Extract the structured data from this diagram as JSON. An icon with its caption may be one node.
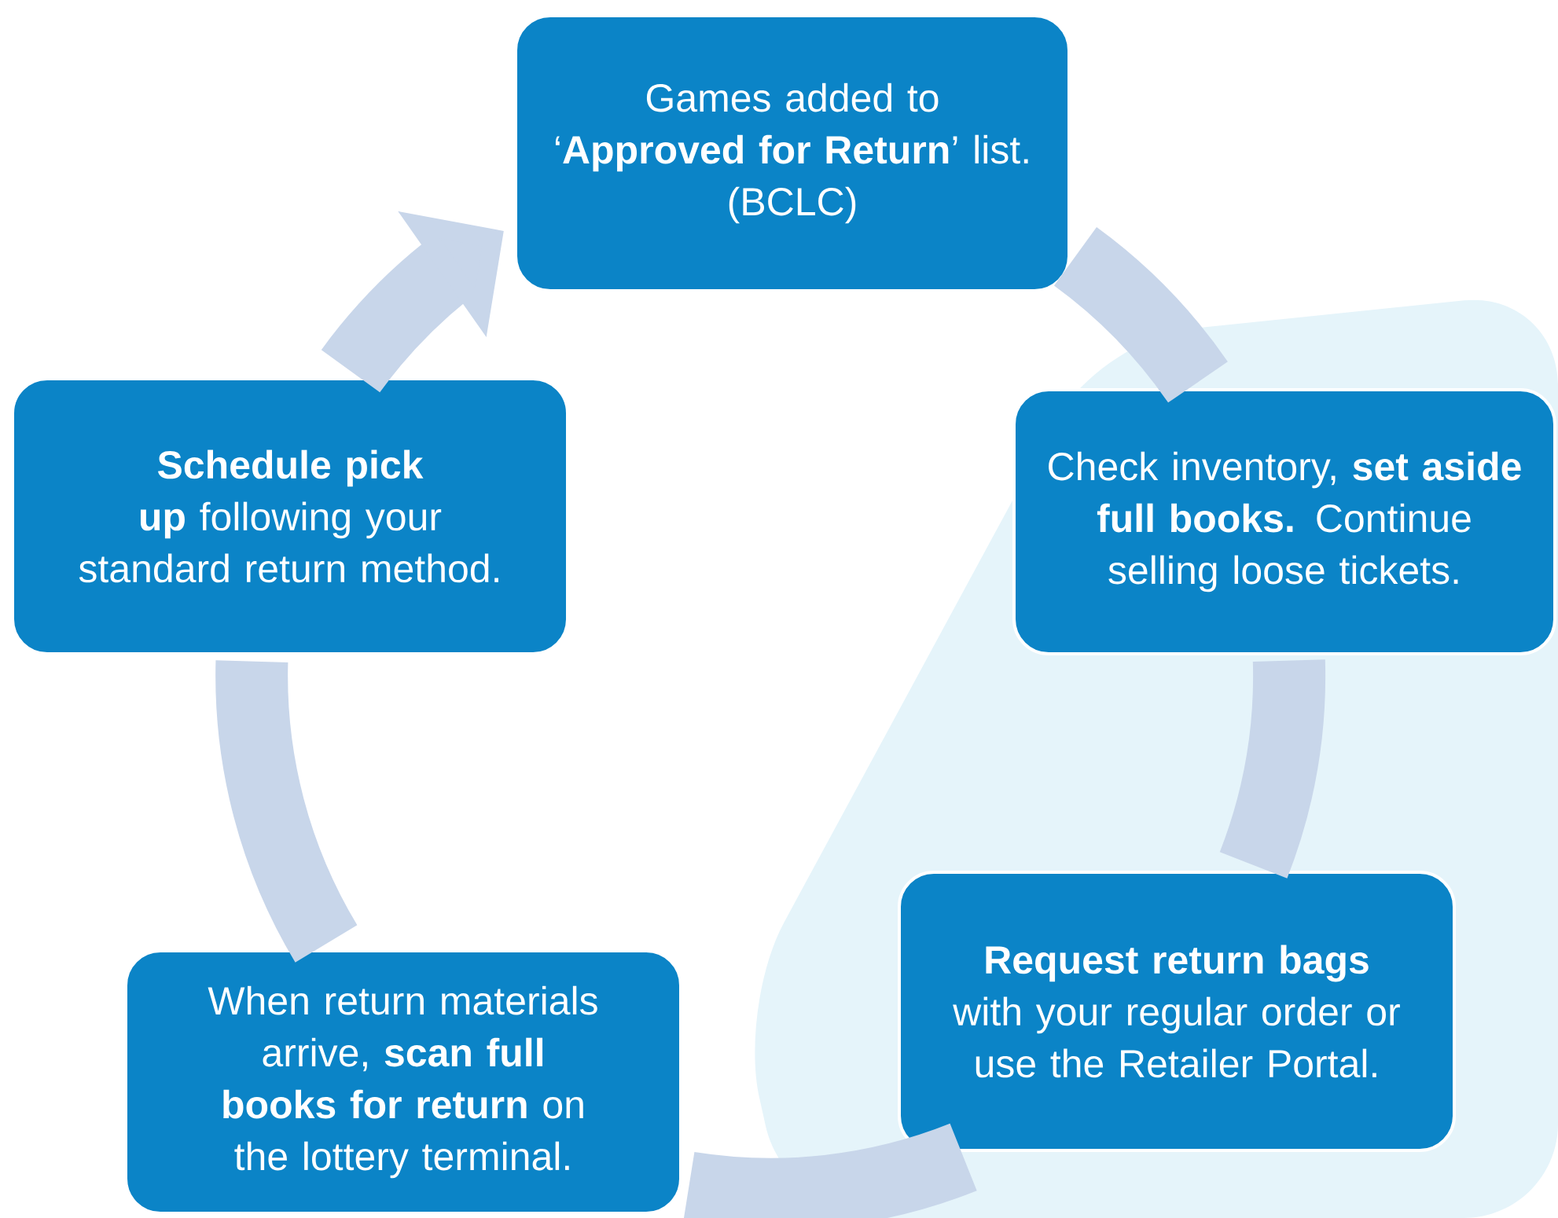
{
  "diagram": {
    "nodes": [
      {
        "text": [
          "Games added to ‘**Approved for Return**’ list.",
          "(BCLC)"
        ]
      },
      {
        "text": [
          "Check inventory, **set aside full books.** Continue selling loose tickets."
        ]
      },
      {
        "text": [
          "**Request return bags** with your regular order or use the Retailer Portal."
        ]
      },
      {
        "text": [
          "When return materials arrive, **scan full books for return** on the lottery terminal."
        ]
      },
      {
        "text": [
          "**Schedule pick up** following your standard return method."
        ]
      }
    ],
    "edges": [
      {
        "from": 0,
        "to": 1,
        "arrow": "none"
      },
      {
        "from": 1,
        "to": 2,
        "arrow": "none"
      },
      {
        "from": 2,
        "to": 3,
        "arrow": "none"
      },
      {
        "from": 3,
        "to": 4,
        "arrow": "none"
      },
      {
        "from": 4,
        "to": 0,
        "arrow": "to"
      }
    ]
  }
}
